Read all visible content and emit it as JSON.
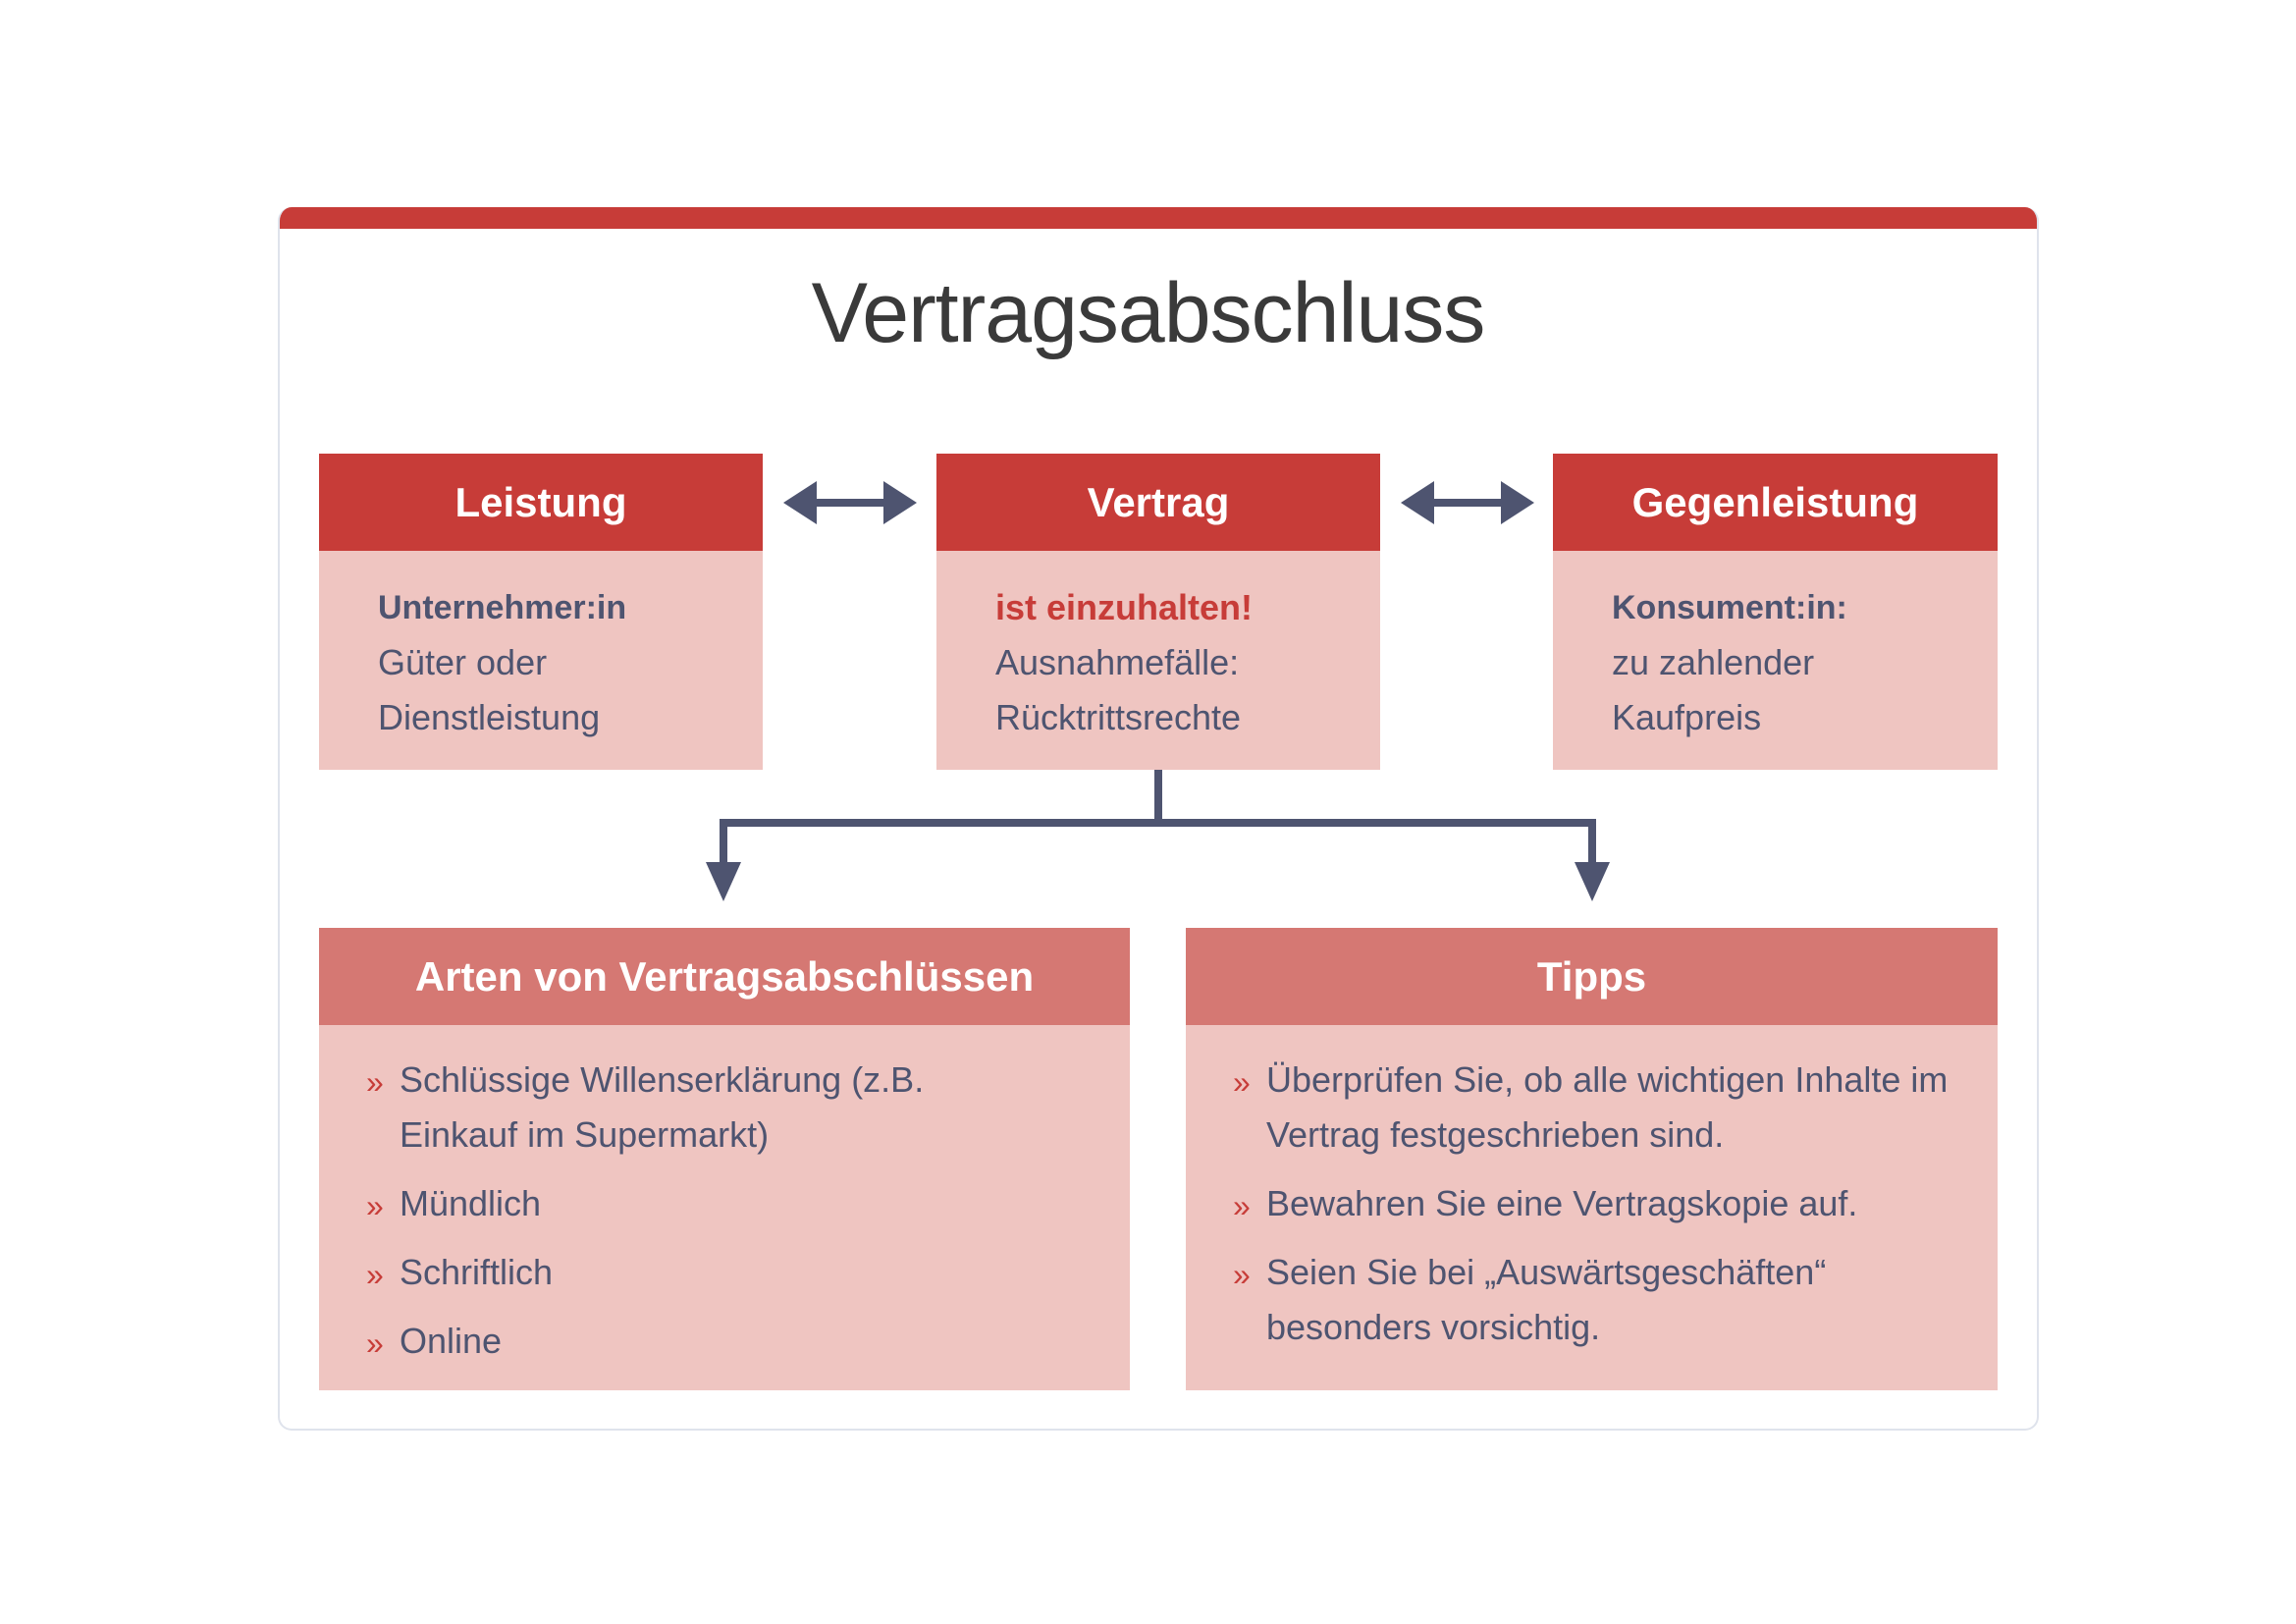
{
  "title": "Vertragsabschluss",
  "colors": {
    "accent": "#c73c38",
    "light": "#efc5c1",
    "secondary": "#d57873",
    "text": "#4e5470"
  },
  "top_boxes": [
    {
      "header": "Leistung",
      "lines": [
        "Unternehmer:in",
        "Güter oder",
        "Dienstleistung"
      ]
    },
    {
      "header": "Vertrag",
      "lines": [
        "ist einzuhalten!",
        "Ausnahmefälle:",
        "Rücktrittsrechte"
      ]
    },
    {
      "header": "Gegenleistung",
      "lines": [
        "Konsument:in:",
        "zu zahlender",
        "Kaufpreis"
      ]
    }
  ],
  "bottom_boxes": [
    {
      "header": "Arten von Vertragsabschlüssen",
      "items": [
        "Schlüssige Willenserklärung (z.B. Einkauf im Supermarkt)",
        "Mündlich",
        "Schriftlich",
        "Online"
      ]
    },
    {
      "header": "Tipps",
      "items": [
        "Überprüfen Sie, ob alle wichtigen Inhalte im Vertrag festgeschrieben sind.",
        "Bewahren Sie eine Vertragskopie auf.",
        "Seien Sie bei „Auswärtsgeschäften“ besonders vorsichtig."
      ]
    }
  ],
  "bullet": "»"
}
